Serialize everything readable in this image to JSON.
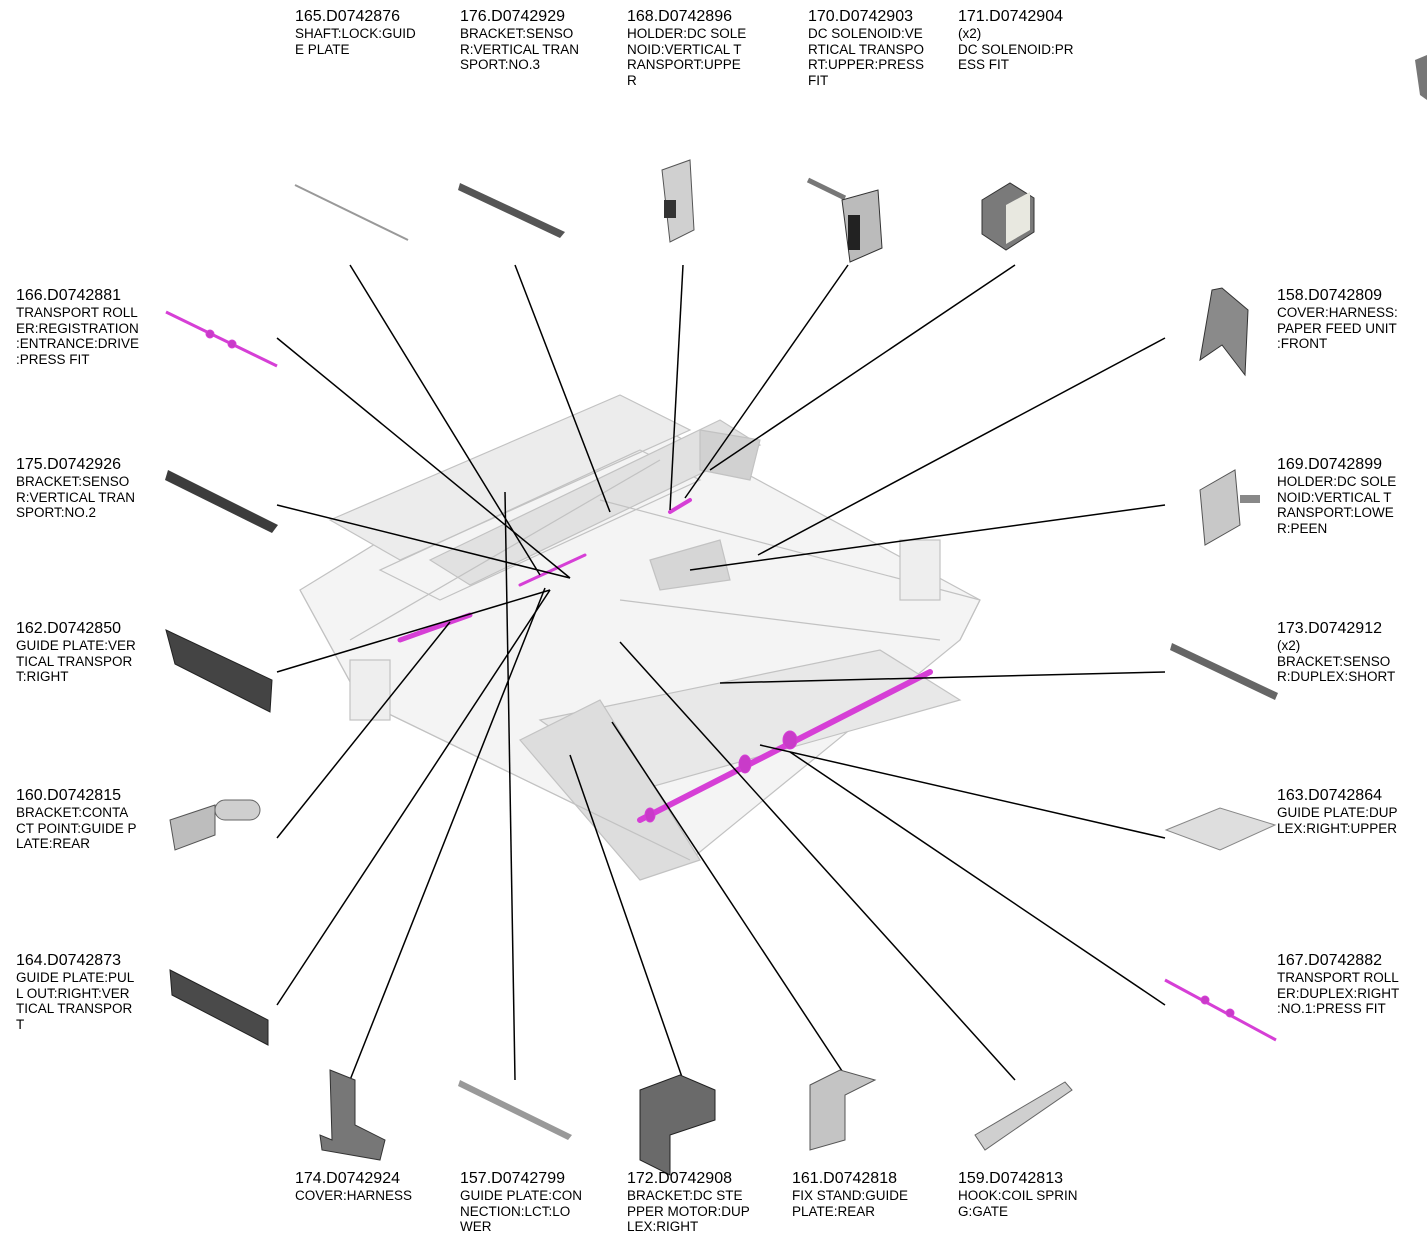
{
  "parts": [
    {
      "id": "p165",
      "num": "165.D0742876",
      "desc": "SHAFT:LOCK:GUID\nE PLATE"
    },
    {
      "id": "p176",
      "num": "176.D0742929",
      "desc": "BRACKET:SENSO\nR:VERTICAL TRAN\nSPORT:NO.3"
    },
    {
      "id": "p168",
      "num": "168.D0742896",
      "desc": "HOLDER:DC SOLE\nNOID:VERTICAL T\nRANSPORT:UPPE\nR"
    },
    {
      "id": "p170",
      "num": "170.D0742903",
      "desc": "DC SOLENOID:VE\nRTICAL TRANSPO\nRT:UPPER:PRESS\nFIT"
    },
    {
      "id": "p171",
      "num": "171.D0742904",
      "desc": "(x2)\nDC SOLENOID:PR\nESS FIT"
    },
    {
      "id": "p166",
      "num": "166.D0742881",
      "desc": "TRANSPORT ROLL\nER:REGISTRATION\n:ENTRANCE:DRIVE\n:PRESS FIT"
    },
    {
      "id": "p175",
      "num": "175.D0742926",
      "desc": "BRACKET:SENSO\nR:VERTICAL TRAN\nSPORT:NO.2"
    },
    {
      "id": "p162",
      "num": "162.D0742850",
      "desc": "GUIDE PLATE:VER\nTICAL TRANSPOR\nT:RIGHT"
    },
    {
      "id": "p160",
      "num": "160.D0742815",
      "desc": "BRACKET:CONTA\nCT POINT:GUIDE P\nLATE:REAR"
    },
    {
      "id": "p164",
      "num": "164.D0742873",
      "desc": "GUIDE PLATE:PUL\nL OUT:RIGHT:VER\nTICAL TRANSPOR\nT"
    },
    {
      "id": "p158",
      "num": "158.D0742809",
      "desc": "COVER:HARNESS:\nPAPER FEED UNIT\n:FRONT"
    },
    {
      "id": "p169",
      "num": "169.D0742899",
      "desc": "HOLDER:DC SOLE\nNOID:VERTICAL T\nRANSPORT:LOWE\nR:PEEN"
    },
    {
      "id": "p173",
      "num": "173.D0742912",
      "desc": "(x2)\nBRACKET:SENSO\nR:DUPLEX:SHORT"
    },
    {
      "id": "p163",
      "num": "163.D0742864",
      "desc": "GUIDE PLATE:DUP\nLEX:RIGHT:UPPER"
    },
    {
      "id": "p167",
      "num": "167.D0742882",
      "desc": "TRANSPORT ROLL\nER:DUPLEX:RIGHT\n:NO.1:PRESS FIT"
    },
    {
      "id": "p174",
      "num": "174.D0742924",
      "desc": "COVER:HARNESS"
    },
    {
      "id": "p157",
      "num": "157.D0742799",
      "desc": "GUIDE PLATE:CON\nNECTION:LCT:LO\nWER"
    },
    {
      "id": "p172",
      "num": "172.D0742908",
      "desc": "BRACKET:DC STE\nPPER MOTOR:DUP\nLEX:RIGHT"
    },
    {
      "id": "p161",
      "num": "161.D0742818",
      "desc": "FIX STAND:GUIDE\nPLATE:REAR"
    },
    {
      "id": "p159",
      "num": "159.D0742813",
      "desc": "HOOK:COIL SPRIN\nG:GATE"
    }
  ]
}
